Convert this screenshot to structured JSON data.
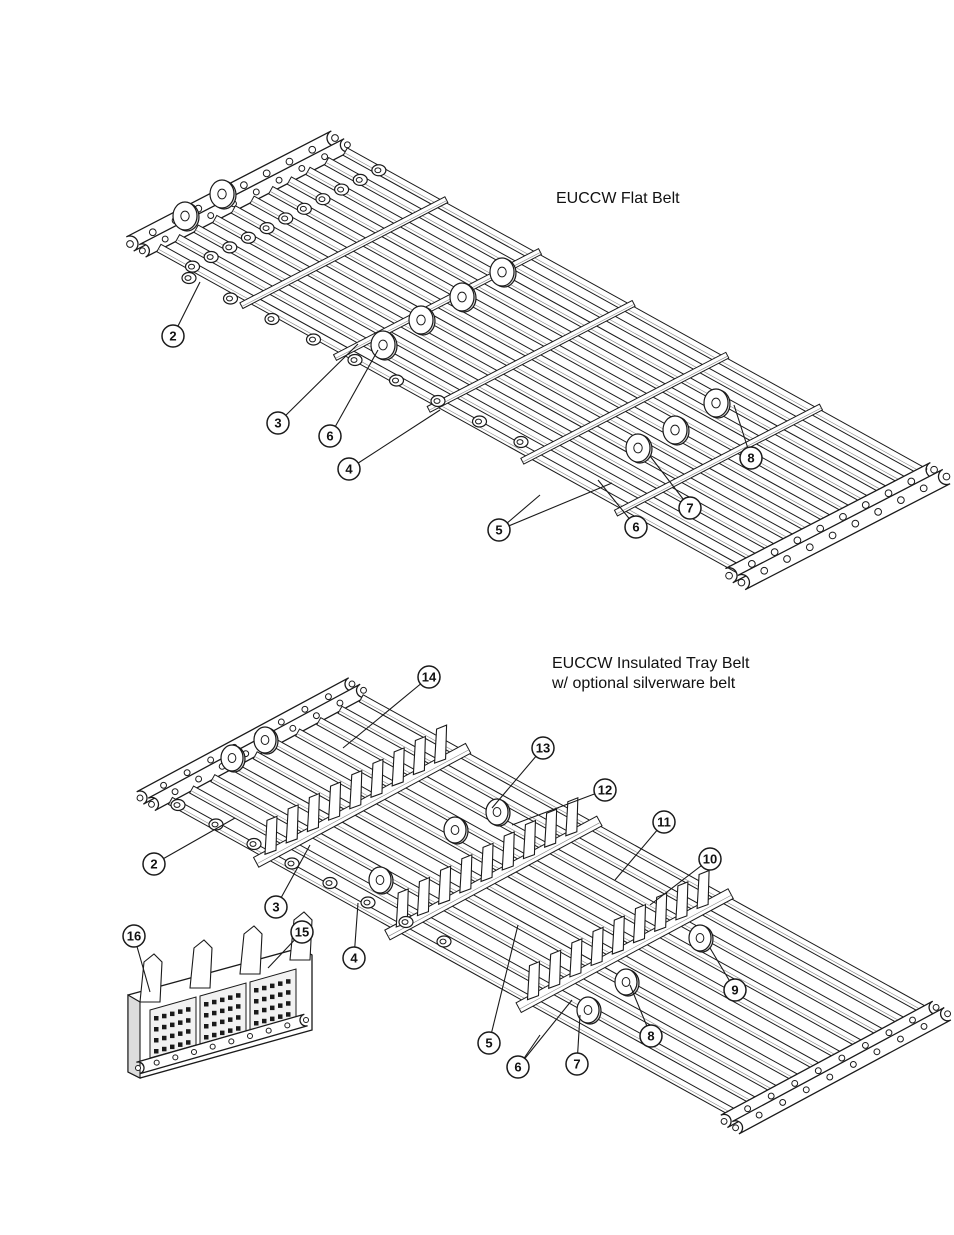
{
  "diagrams": [
    {
      "title_lines": [
        "EUCCW  Flat Belt"
      ],
      "callouts": [
        "2",
        "3",
        "6",
        "4",
        "5",
        "6",
        "7",
        "8"
      ]
    },
    {
      "title_lines": [
        "EUCCW Insulated Tray Belt",
        "w/ optional silverware belt"
      ],
      "callouts": [
        "14",
        "13",
        "12",
        "11",
        "10",
        "9",
        "8",
        "7",
        "6",
        "5",
        "4",
        "3",
        "2",
        "16",
        "15"
      ]
    }
  ],
  "colors": {
    "line": "#1a1a1a",
    "fill": "#ffffff",
    "shade": "#dcdcdc"
  }
}
